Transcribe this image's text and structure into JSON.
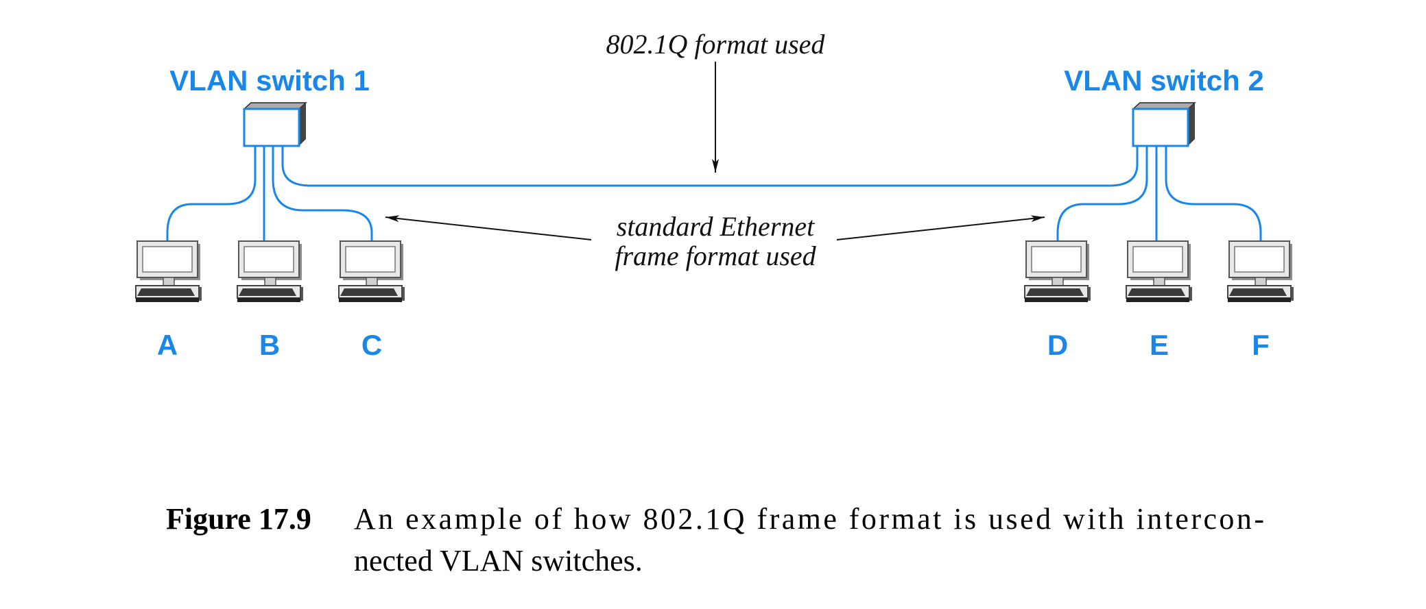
{
  "switches": [
    {
      "id": "sw1",
      "label": "VLAN switch 1"
    },
    {
      "id": "sw2",
      "label": "VLAN switch 2"
    }
  ],
  "hosts": [
    {
      "id": "A",
      "label": "A",
      "switch": "sw1"
    },
    {
      "id": "B",
      "label": "B",
      "switch": "sw1"
    },
    {
      "id": "C",
      "label": "C",
      "switch": "sw1"
    },
    {
      "id": "D",
      "label": "D",
      "switch": "sw2"
    },
    {
      "id": "E",
      "label": "E",
      "switch": "sw2"
    },
    {
      "id": "F",
      "label": "F",
      "switch": "sw2"
    }
  ],
  "annotations": {
    "trunk": "802.1Q format used",
    "access_line1": "standard Ethernet",
    "access_line2": "frame format used"
  },
  "caption": {
    "number": "Figure 17.9",
    "line1": "An example of how 802.1Q frame format is used with intercon-",
    "line2": "nected VLAN switches."
  },
  "colors": {
    "accent": "#1a86e8",
    "text": "#000000"
  }
}
